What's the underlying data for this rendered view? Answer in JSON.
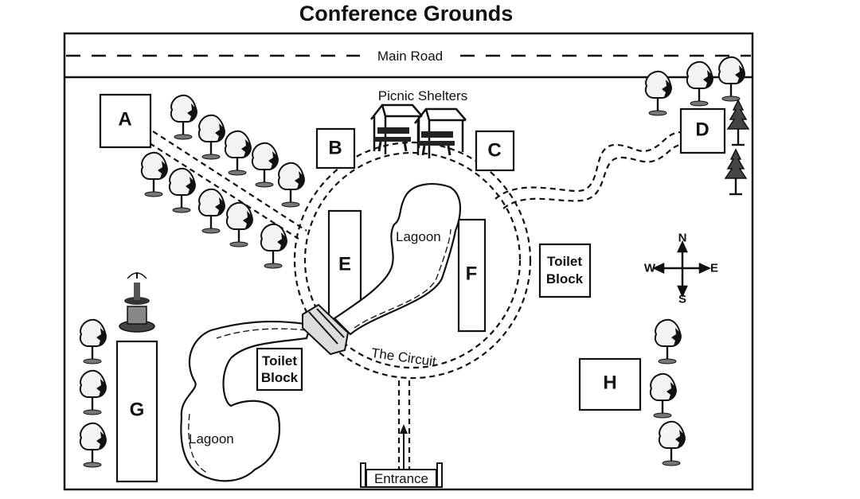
{
  "title": "Conference Grounds",
  "road": {
    "label": "Main Road"
  },
  "picnic": {
    "label": "Picnic Shelters"
  },
  "buildings": {
    "A": "A",
    "B": "B",
    "C": "C",
    "D": "D",
    "E": "E",
    "F": "F",
    "G": "G",
    "H": "H"
  },
  "toilet_blocks": [
    {
      "line1": "Toilet",
      "line2": "Block"
    },
    {
      "line1": "Toilet",
      "line2": "Block"
    }
  ],
  "lagoons": [
    "Lagoon",
    "Lagoon"
  ],
  "circuit": {
    "label": "The Circuit"
  },
  "entrance": {
    "label": "Entrance"
  },
  "compass": {
    "n": "N",
    "s": "S",
    "e": "E",
    "w": "W"
  },
  "icons": {
    "trees": "deciduous-tree-icon",
    "pines": "pine-tree-icon",
    "fountain": "fountain-icon",
    "shelter": "picnic-shelter-icon",
    "bridge": "bridge-icon",
    "arrow": "entrance-arrow-icon"
  }
}
